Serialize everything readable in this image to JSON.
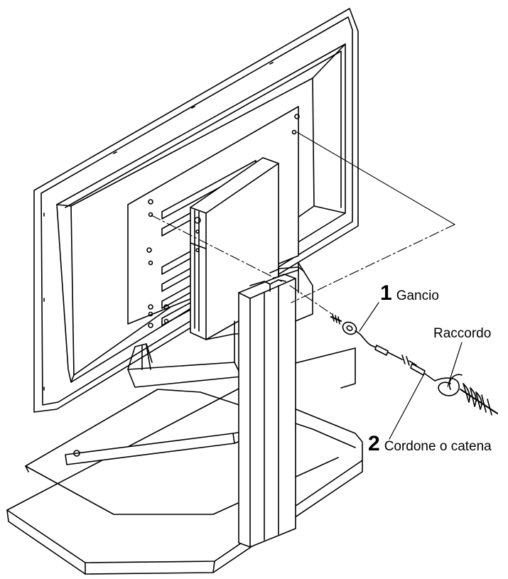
{
  "colors": {
    "line": "#000000",
    "background": "#ffffff"
  },
  "callouts": {
    "hook": {
      "number": "1",
      "label": "Gancio"
    },
    "cord": {
      "number": "2",
      "label": "Cordone o catena"
    },
    "fitting": {
      "label": "Raccordo"
    }
  }
}
